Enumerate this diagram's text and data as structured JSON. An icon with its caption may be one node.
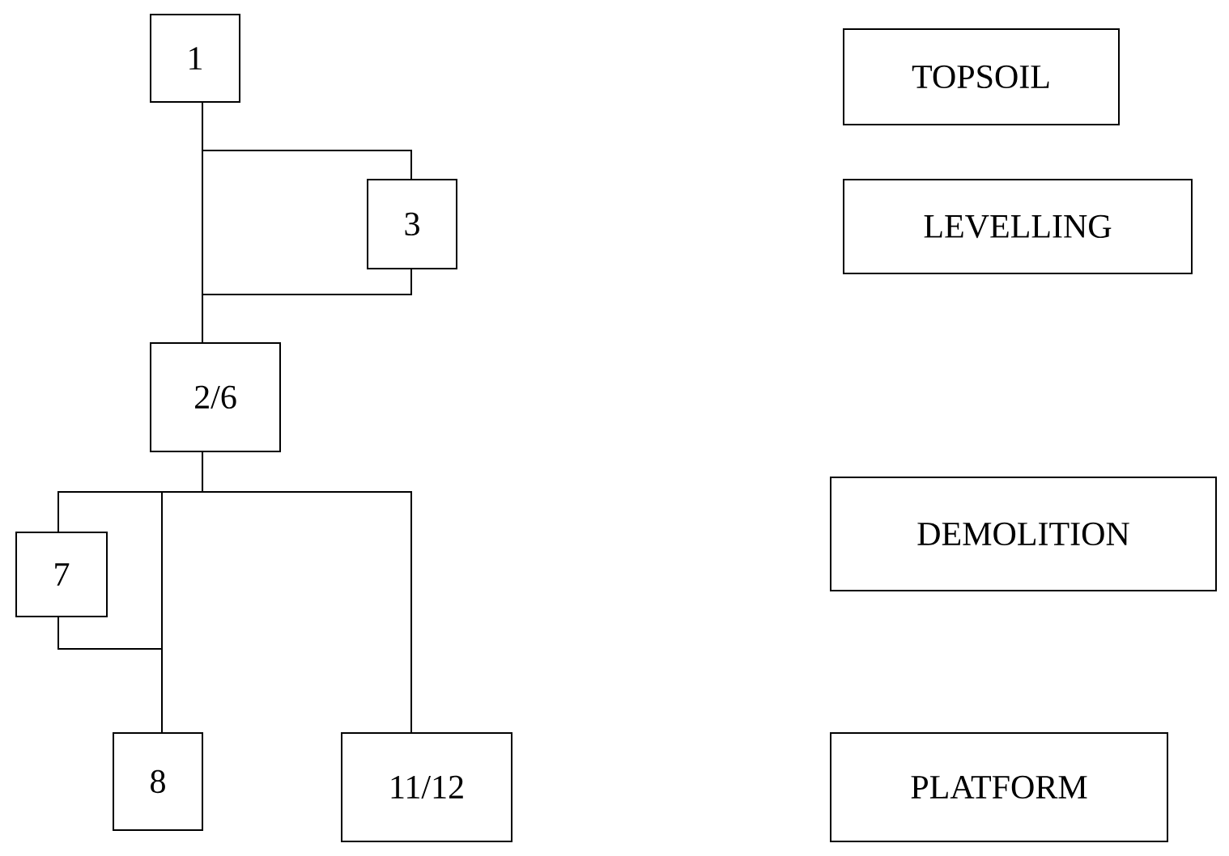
{
  "diagram": {
    "nodes": [
      {
        "text": [
          "1"
        ]
      },
      {
        "text": [
          "3"
        ]
      },
      {
        "text": [
          "2/6"
        ]
      },
      {
        "text": [
          "7"
        ]
      },
      {
        "text": [
          "8"
        ]
      },
      {
        "text": [
          "11/12"
        ]
      },
      {
        "text": [
          "TOPSOIL"
        ]
      },
      {
        "text": [
          "LEVELLING"
        ]
      },
      {
        "text": [
          "DEMOLITION"
        ]
      },
      {
        "text": [
          "PLATFORM"
        ]
      }
    ],
    "edges": [
      {
        "from": 0,
        "to": 1,
        "arrow": "none"
      },
      {
        "from": 1,
        "to": 2,
        "arrow": "none"
      },
      {
        "from": 0,
        "to": 2,
        "arrow": "none"
      },
      {
        "from": 2,
        "to": 3,
        "arrow": "none"
      },
      {
        "from": 3,
        "to": 4,
        "arrow": "none"
      },
      {
        "from": 2,
        "to": 4,
        "arrow": "none"
      },
      {
        "from": 2,
        "to": 5,
        "arrow": "none"
      }
    ]
  }
}
